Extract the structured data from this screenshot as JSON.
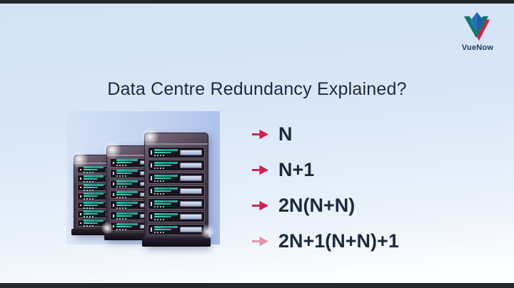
{
  "brand": {
    "name": "VueNow"
  },
  "title": "Data Centre Redundancy Explained?",
  "list": {
    "items": [
      {
        "label": "N"
      },
      {
        "label": "N+1"
      },
      {
        "label": "2N(N+N)"
      },
      {
        "label": "2N+1(N+N)+1"
      }
    ]
  },
  "illustration": {
    "name": "server-racks",
    "racks": 3,
    "units_per_rack": 7
  },
  "colors": {
    "arrow": "#ce2150",
    "arrow_faded": "#e294ab",
    "text": "#1a2a3e",
    "bg_top": "#d3e2f6",
    "bg_bottom": "#fdfeff",
    "brand_text": "#1d3b63",
    "logo_teal": "#0e7a68",
    "logo_blue": "#2a72b8",
    "logo_red": "#c9234a"
  }
}
